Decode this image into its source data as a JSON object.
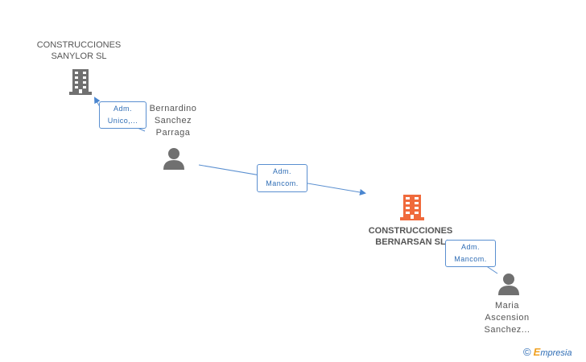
{
  "nodes": {
    "company_top": {
      "line1": "CONSTRUCCIONES",
      "line2": "SANYLOR SL",
      "icon": "building-icon",
      "color": "#707070"
    },
    "person_center": {
      "line1": "Bernardino",
      "line2": "Sanchez",
      "line3": "Parraga",
      "icon": "person-icon",
      "color": "#707070"
    },
    "company_main": {
      "line1": "CONSTRUCCIONES",
      "line2": "BERNARSAN SL",
      "icon": "building-icon",
      "color": "#f06a3c"
    },
    "person_bottom": {
      "line1": "Maria",
      "line2": "Ascension",
      "line3": "Sanchez...",
      "icon": "person-icon",
      "color": "#707070"
    }
  },
  "edges": {
    "edge_1": {
      "line1": "Adm.",
      "line2": "Unico,..."
    },
    "edge_2": {
      "line1": "Adm.",
      "line2": "Mancom."
    },
    "edge_3": {
      "line1": "Adm.",
      "line2": "Mancom."
    }
  },
  "colors": {
    "edge": "#5a8fd0",
    "badge_text": "#2f6db5"
  },
  "watermark": {
    "copyright": "©",
    "brand_initial": "E",
    "brand_rest": "mpresia"
  }
}
